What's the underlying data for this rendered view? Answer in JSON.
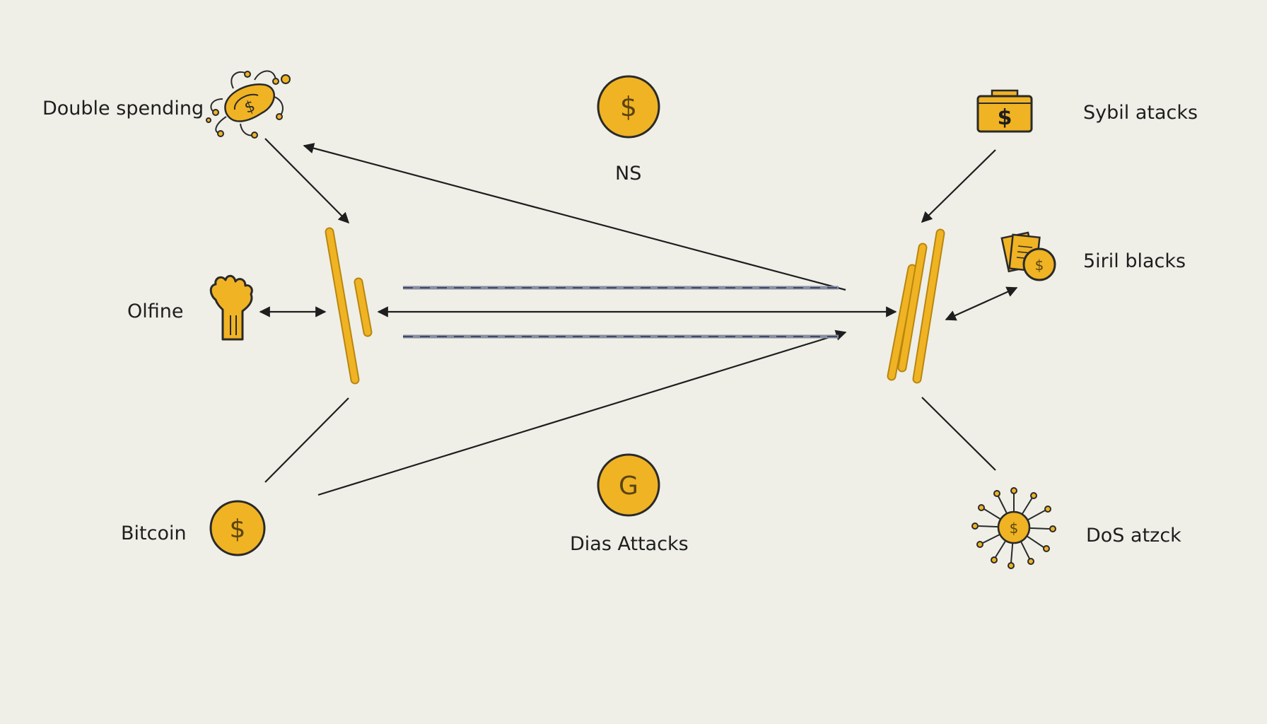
{
  "colors": {
    "background": "#efefe8",
    "accent": "#f0b323",
    "outline": "#2a2a2a",
    "line": "#1e1e1e",
    "dashed": "#8a8fa0"
  },
  "labels": {
    "double_spending": "Double spending",
    "ns": "NS",
    "sybil_attacks": "Sybil atacks",
    "offline": "Olfine",
    "blacks": "5iril blacks",
    "bitcoin": "Bitcoin",
    "dias_attacks": "Dias Attacks",
    "dos_attack": "DoS atzck"
  },
  "icons": {
    "double_spending": "bacteria-coin-icon",
    "ns": "dollar-coin-icon",
    "sybil_attacks": "dollar-box-icon",
    "offline": "raised-fist-icon",
    "blacks": "documents-coin-icon",
    "bitcoin": "dollar-coin-icon",
    "dias_attacks": "c-coin-icon",
    "dos_attack": "network-coin-icon"
  }
}
